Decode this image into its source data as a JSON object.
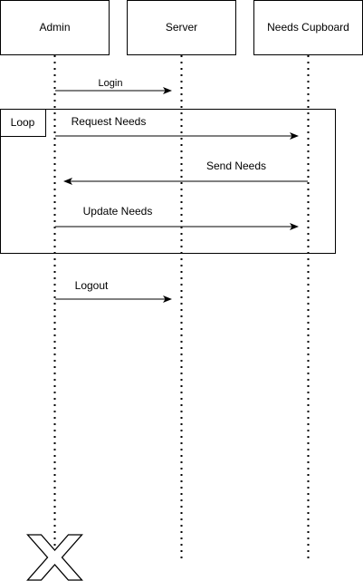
{
  "participants": {
    "admin": "Admin",
    "server": "Server",
    "cupboard": "Needs Cupboard"
  },
  "fragment": {
    "label": "Loop"
  },
  "messages": {
    "login": "Login",
    "request_needs": "Request Needs",
    "send_needs": "Send Needs",
    "update_needs": "Update Needs",
    "logout": "Logout"
  }
}
